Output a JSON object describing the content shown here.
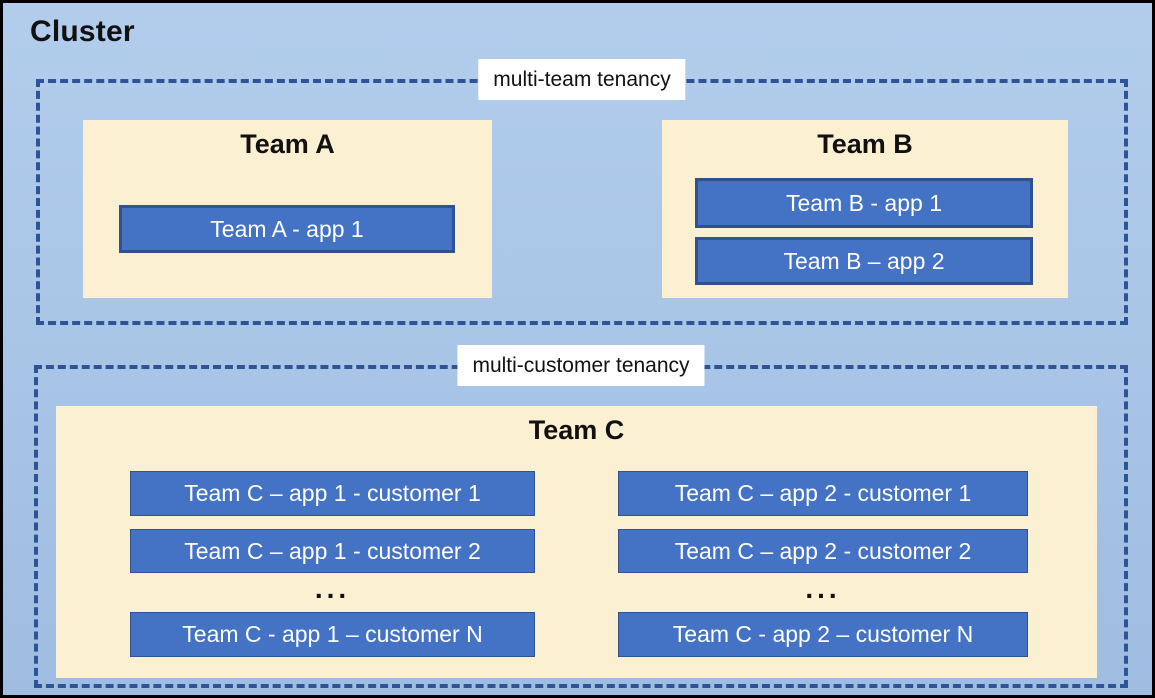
{
  "cluster": {
    "title": "Cluster"
  },
  "colors": {
    "bg_top": "#B2CDEC",
    "bg_bottom": "#9FBDE1",
    "outer_border": "#000000",
    "dash": "#2F5496",
    "panel": "#FBF0D2",
    "app_fill": "#4472C4",
    "app_border": "#2F528F",
    "label_bg": "#FFFFFF",
    "text_dark": "#111111",
    "app_text": "#FFFFFF"
  },
  "multi_team": {
    "label": "multi-team tenancy",
    "teams": [
      {
        "name": "Team A",
        "apps": [
          "Team A - app 1"
        ]
      },
      {
        "name": "Team B",
        "apps": [
          "Team B - app 1",
          "Team B – app 2"
        ]
      }
    ]
  },
  "multi_customer": {
    "label": "multi-customer tenancy",
    "team": {
      "name": "Team C",
      "columns": [
        {
          "apps": [
            "Team C – app 1 - customer 1",
            "Team C – app 1 - customer 2"
          ],
          "ellipsis": "...",
          "app_n": "Team C - app 1 – customer N"
        },
        {
          "apps": [
            "Team C – app 2 - customer 1",
            "Team C – app 2 - customer 2"
          ],
          "ellipsis": "...",
          "app_n": "Team C - app 2 – customer N"
        }
      ]
    }
  }
}
